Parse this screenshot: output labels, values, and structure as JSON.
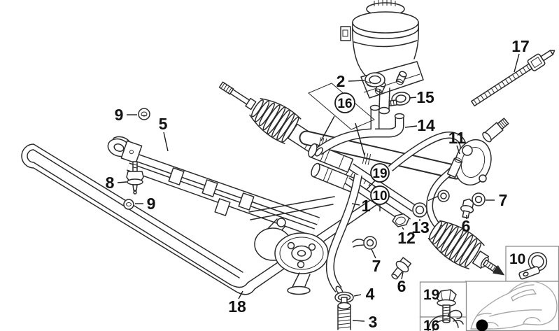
{
  "colors": {
    "ink": "#2b2b2b",
    "panel_border": "#8f8f8f",
    "car_outline": "#a9a9a9",
    "marker_dot": "#000000",
    "background": "#ffffff"
  },
  "labels": {
    "n1": "1",
    "n2": "2",
    "n3": "3",
    "n4": "4",
    "n5": "5",
    "n6": "6",
    "n7": "7",
    "n8": "8",
    "n9": "9",
    "n10": "10",
    "n11": "11",
    "n12": "12",
    "n13": "13",
    "n14": "14",
    "n15": "15",
    "n16": "16",
    "n17": "17",
    "n18": "18",
    "n19": "19"
  }
}
